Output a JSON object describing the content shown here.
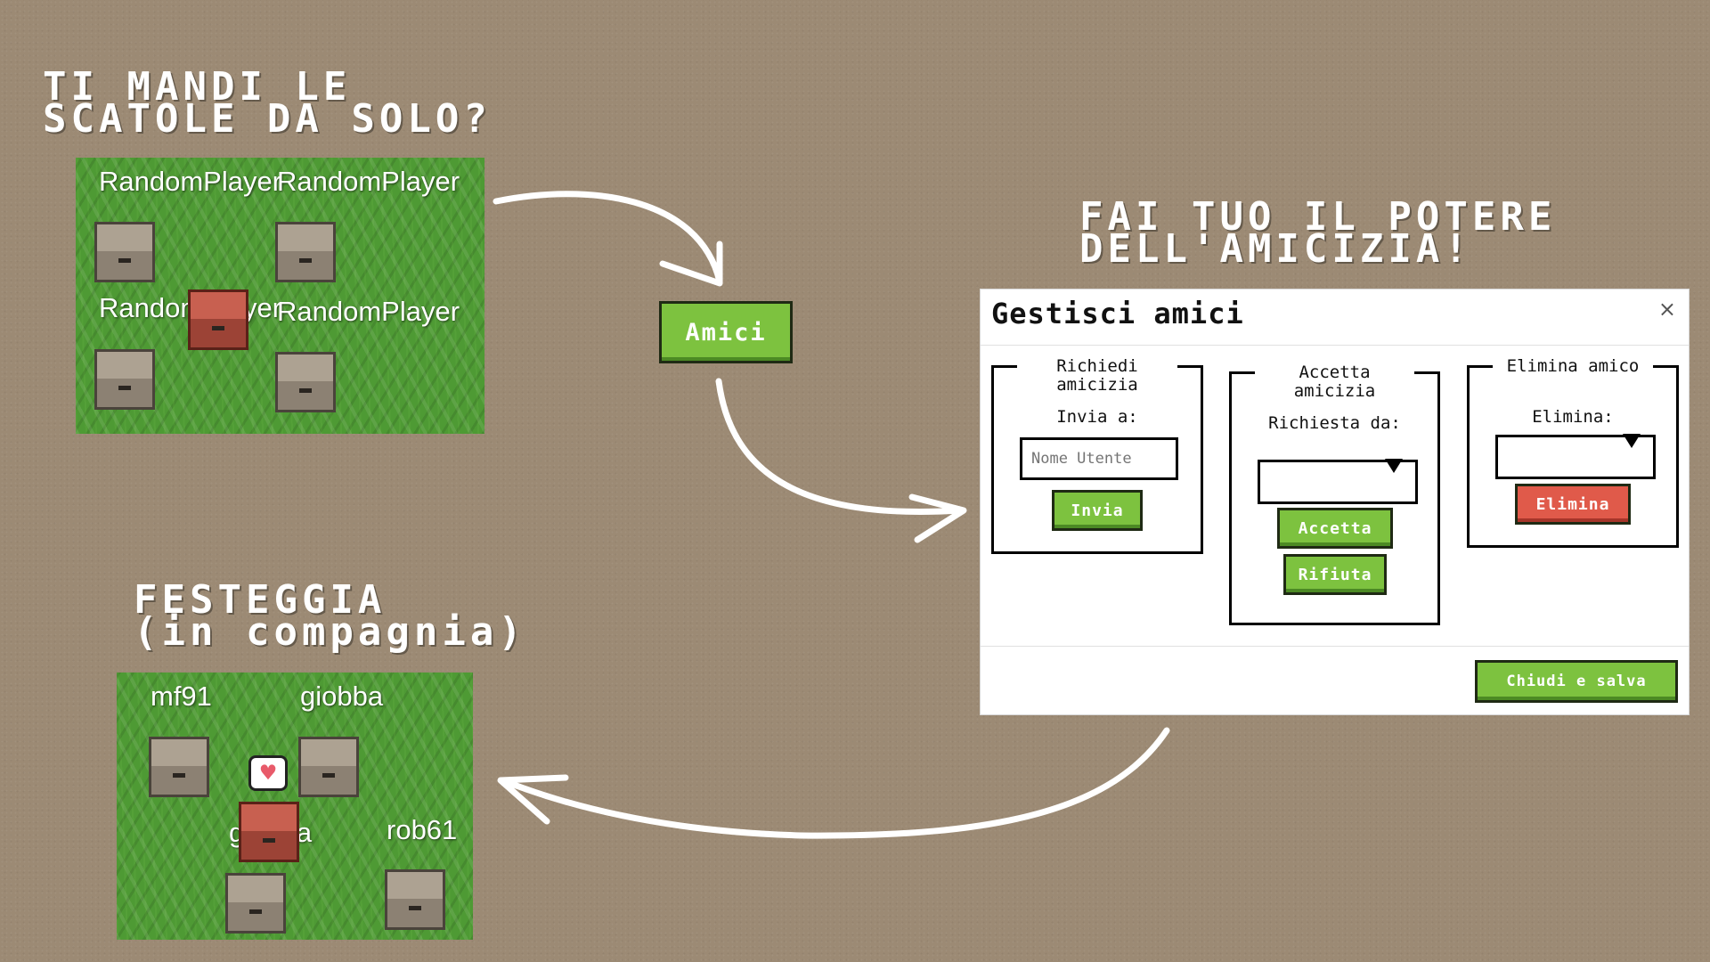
{
  "headings": {
    "top_left": [
      "TI MANDI LE",
      "SCATOLE DA SOLO?"
    ],
    "top_right": [
      "FAI TUO IL POTERE",
      "DELL'AMICIZIA!"
    ],
    "bottom_left": [
      "FESTEGGIA",
      "(in compagnia)"
    ]
  },
  "scene1": {
    "players": [
      "RandomPlayer",
      "RandomPlayer",
      "RandomPlayer",
      "RandomPlayer"
    ]
  },
  "scene2": {
    "players": [
      "mf91",
      "giobba",
      "giobba",
      "rob61"
    ],
    "emote_icon": "heart-icon"
  },
  "amici_button": {
    "label": "Amici"
  },
  "modal": {
    "title": "Gestisci amici",
    "close_glyph": "×",
    "request": {
      "title": "Richiedi amicizia",
      "label": "Invia a:",
      "placeholder": "Nome Utente",
      "button": "Invia"
    },
    "accept": {
      "title": "Accetta amicizia",
      "label": "Richiesta da:",
      "accept_button": "Accetta",
      "reject_button": "Rifiuta"
    },
    "remove": {
      "title": "Elimina amico",
      "label": "Elimina:",
      "button": "Elimina"
    },
    "save_button": "Chiudi e salva"
  },
  "colors": {
    "background": "#9c8a74",
    "grass": "#4e9a34",
    "button_green": "#7dc23f",
    "button_red": "#e05a4a"
  }
}
